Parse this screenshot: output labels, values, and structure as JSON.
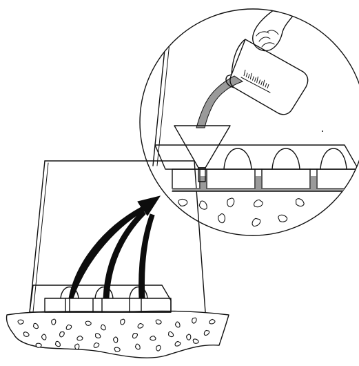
{
  "illustration": {
    "colors": {
      "ink": "#111111",
      "paper": "#ffffff",
      "funnel_fill": "#cfcfcf",
      "liquid": "#9a9a9a",
      "soil_fill": "#f2f2f2",
      "arrow_fill": "#0d0d0d"
    },
    "parts": [
      "soil-mound",
      "planter-tray",
      "plastic-wall",
      "detail-circle",
      "measuring-cup",
      "funnel",
      "hand",
      "pointer-arrows"
    ],
    "arrow_count": 3,
    "cup_tick_count": 12
  }
}
